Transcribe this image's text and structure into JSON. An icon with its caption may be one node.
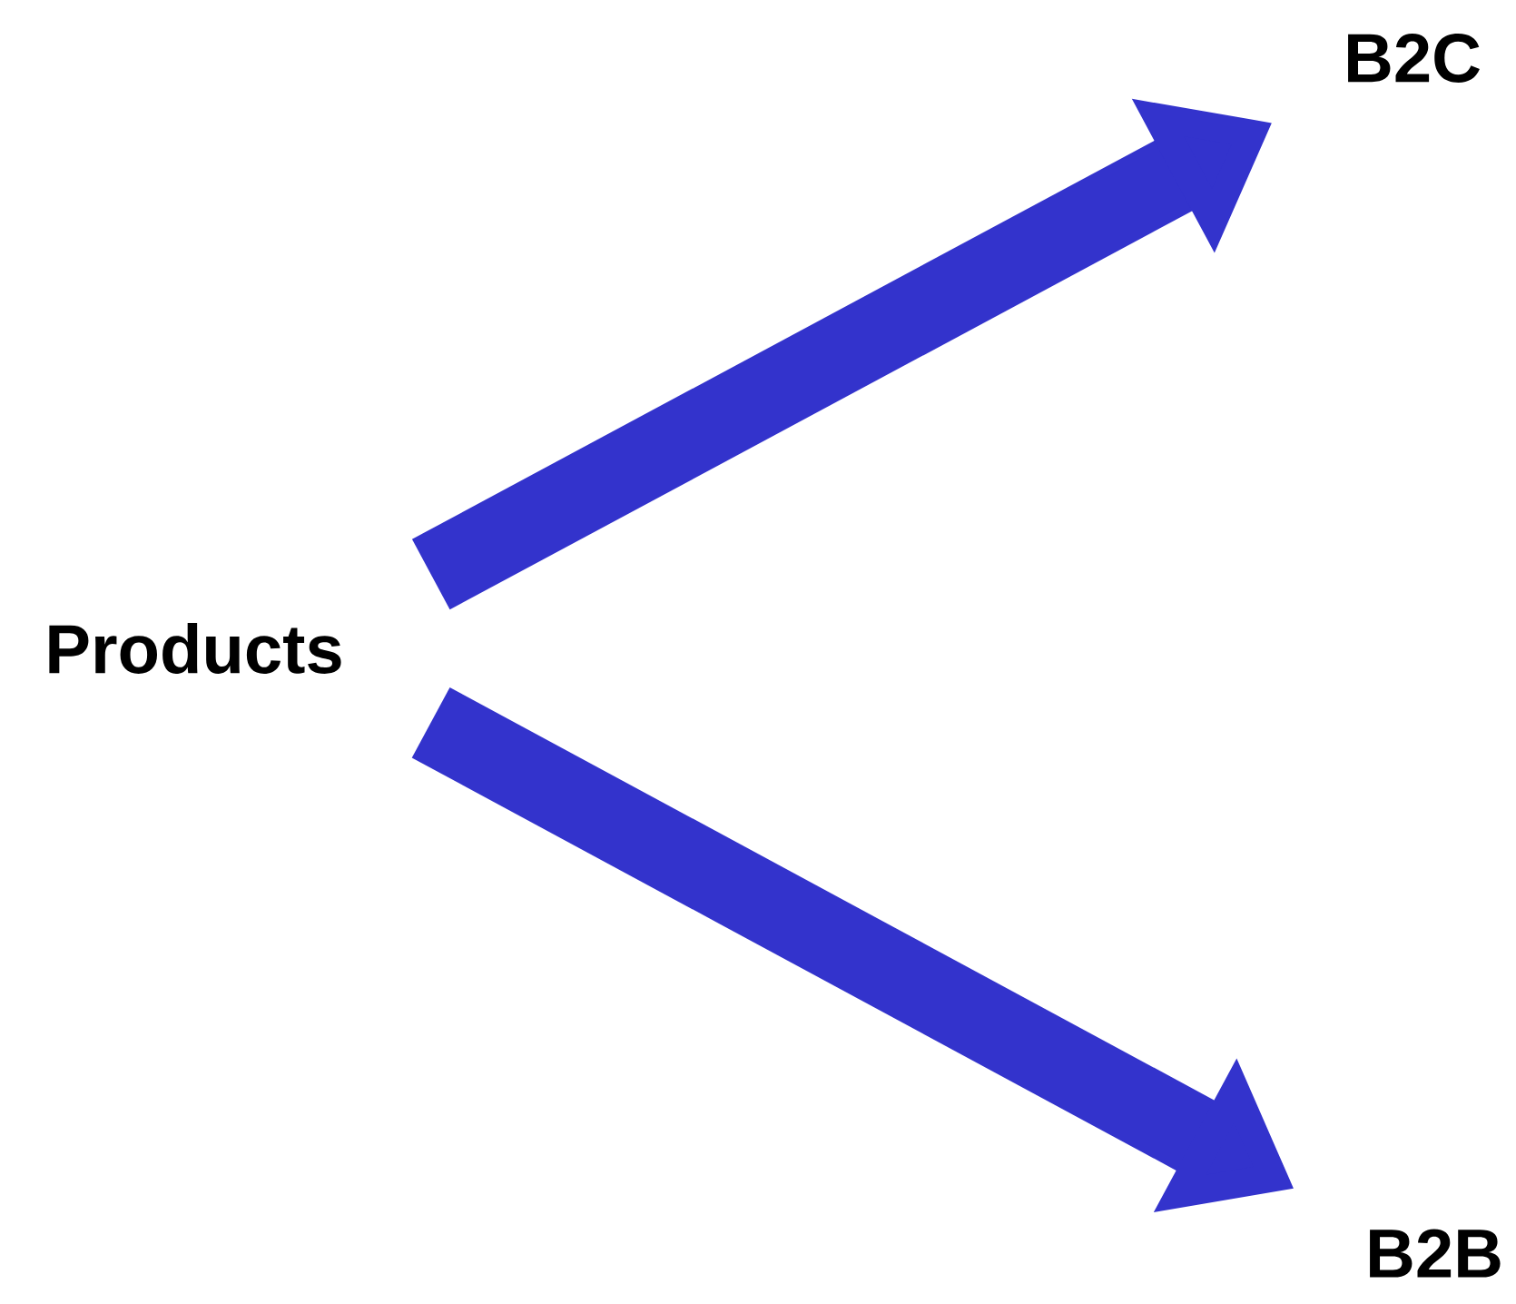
{
  "diagram": {
    "nodes": [
      {
        "text": [
          "Products"
        ]
      },
      {
        "text": [
          "B2C"
        ]
      },
      {
        "text": [
          "B2B"
        ]
      }
    ],
    "edges": [
      {
        "from": 0,
        "to": 1,
        "arrow": "to"
      },
      {
        "from": 0,
        "to": 2,
        "arrow": "to"
      }
    ]
  }
}
